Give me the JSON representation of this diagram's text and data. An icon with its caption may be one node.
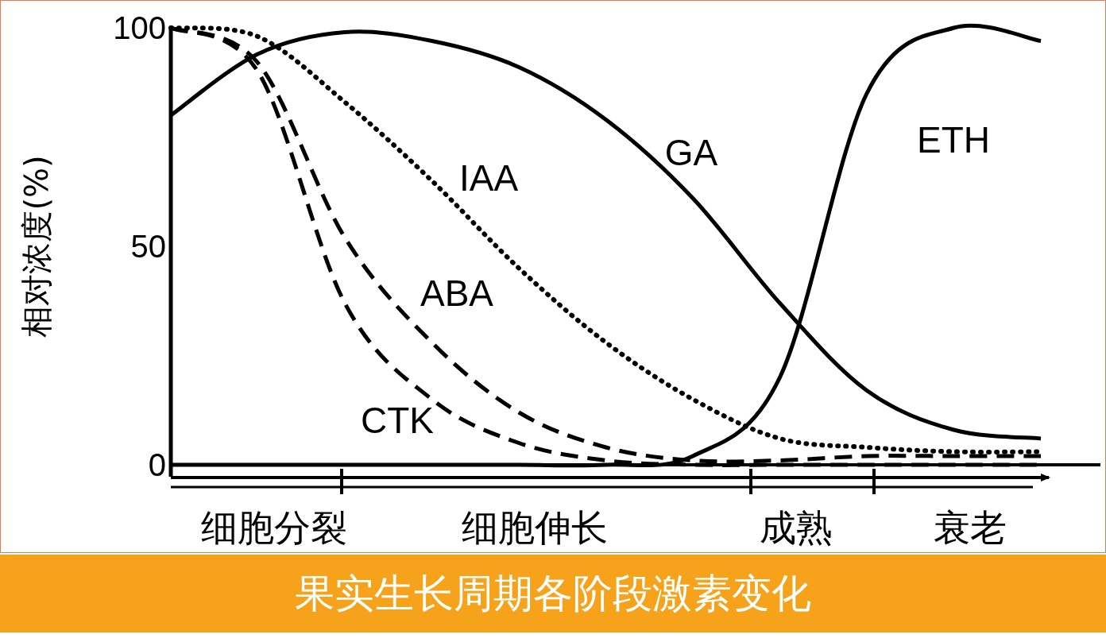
{
  "diagram": {
    "caption": "果实生长周期各阶段激素变化",
    "chart_data": {
      "type": "line",
      "ylabel": "相对浓度(%)",
      "categories": [
        null,
        "细胞分裂",
        null,
        null,
        "细胞伸长",
        null,
        null,
        "成熟",
        null,
        "衰老",
        null
      ],
      "series": [
        {
          "name": "IAA",
          "color": "#000000",
          "line_style": "dotted",
          "values": [
            100,
            98,
            83,
            65,
            45,
            28,
            15,
            6,
            4,
            3,
            3
          ]
        },
        {
          "name": "GA",
          "color": "#000000",
          "line_style": "solid",
          "values": [
            80,
            94,
            99,
            97,
            91,
            79,
            61,
            37,
            17,
            8,
            6
          ]
        },
        {
          "name": "ABA",
          "color": "#000000",
          "line_style": "dashed",
          "values": [
            100,
            92,
            52,
            28,
            12,
            4,
            1,
            1,
            2,
            2,
            2
          ]
        },
        {
          "name": "CTK",
          "color": "#000000",
          "line_style": "dashed",
          "values": [
            100,
            90,
            37,
            15,
            5,
            1,
            0,
            0,
            0,
            0,
            0
          ]
        },
        {
          "name": "ETH",
          "color": "#000000",
          "line_style": "solid",
          "values": [
            0,
            0,
            0,
            0,
            0,
            0,
            2,
            20,
            85,
            100,
            97
          ]
        }
      ],
      "ylim": [
        0,
        100
      ],
      "yticks": [
        0,
        50,
        100
      ]
    }
  }
}
